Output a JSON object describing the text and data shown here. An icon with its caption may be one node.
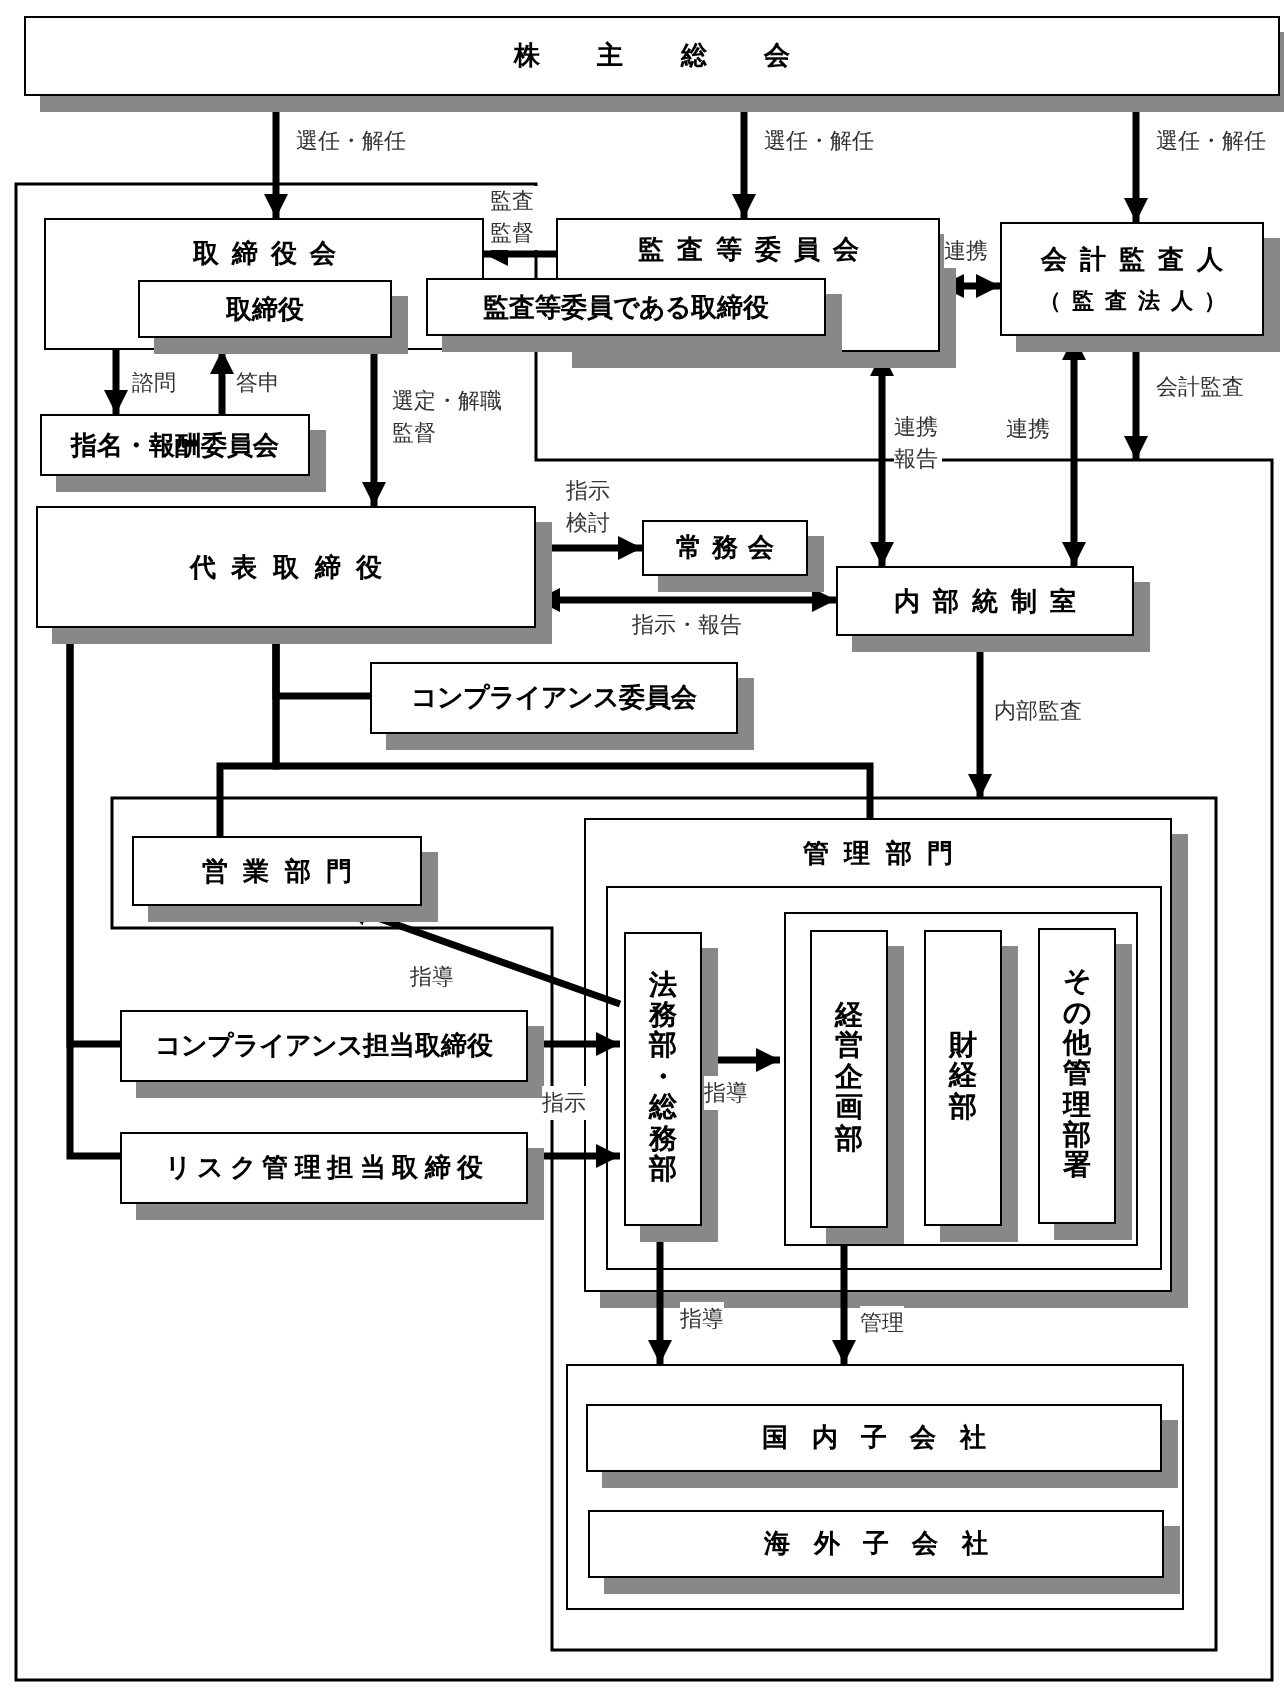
{
  "diagram": {
    "nodes": [
      {
        "text": [
          "株主総会"
        ]
      },
      {
        "text": [],
        "shape": "polygon"
      },
      {
        "text": [
          "取締役会"
        ],
        "in": 1
      },
      {
        "text": [
          "取締役"
        ],
        "in": 2
      },
      {
        "text": [
          "監査等委員会"
        ]
      },
      {
        "text": [
          "監査等委員である取締役"
        ]
      },
      {
        "text": [
          "会計監査人",
          "（監査法人）"
        ]
      },
      {
        "text": [
          "指名・報酬委員会"
        ],
        "in": 1
      },
      {
        "text": [
          "代表取締役"
        ],
        "in": 1
      },
      {
        "text": [
          "常務会"
        ],
        "in": 1
      },
      {
        "text": [
          "内部統制室"
        ],
        "in": 1
      },
      {
        "text": [
          "コンプライアンス委員会"
        ],
        "in": 1
      },
      {
        "text": [],
        "shape": "polygon",
        "in": 1
      },
      {
        "text": [
          "営業部門"
        ],
        "in": 12
      },
      {
        "text": [
          "管理部門"
        ],
        "in": 12
      },
      {
        "text": [],
        "shape": "box",
        "in": 14
      },
      {
        "text": [
          "法務部・総務部"
        ],
        "in": 15
      },
      {
        "text": [],
        "shape": "box",
        "in": 15
      },
      {
        "text": [
          "経営企画部"
        ],
        "in": 17
      },
      {
        "text": [
          "財経部"
        ],
        "in": 17
      },
      {
        "text": [
          "その他管理部署"
        ],
        "in": 17
      },
      {
        "text": [
          "コンプライアンス担当取締役"
        ],
        "in": 1
      },
      {
        "text": [
          "リスク管理担当取締役"
        ],
        "in": 1
      },
      {
        "text": [],
        "shape": "box",
        "in": 12
      },
      {
        "text": [
          "国内子会社"
        ],
        "in": 23
      },
      {
        "text": [
          "海外子会社"
        ],
        "in": 23
      }
    ],
    "edges": [
      {
        "from": 0,
        "to": 2,
        "arrow": "to",
        "label": "選任・解任"
      },
      {
        "from": 0,
        "to": 4,
        "arrow": "to",
        "label": "選任・解任"
      },
      {
        "from": 0,
        "to": 6,
        "arrow": "to",
        "label": "選任・解任"
      },
      {
        "from": 4,
        "to": 2,
        "arrow": "to",
        "label": "監査監督"
      },
      {
        "from": 4,
        "to": 6,
        "arrow": "both",
        "label": "連携"
      },
      {
        "from": 2,
        "to": 7,
        "arrow": "to",
        "label": "諮問"
      },
      {
        "from": 7,
        "to": 2,
        "arrow": "to",
        "label": "答申"
      },
      {
        "from": 2,
        "to": 8,
        "arrow": "to",
        "label": "選定・解職監督"
      },
      {
        "from": 6,
        "to": 1,
        "arrow": "to",
        "label": "会計監査"
      },
      {
        "from": 8,
        "to": 9,
        "arrow": "to",
        "label": "指示検討"
      },
      {
        "from": 8,
        "to": 10,
        "arrow": "both",
        "label": "指示・報告"
      },
      {
        "from": 10,
        "to": 4,
        "arrow": "both",
        "label": "連携報告"
      },
      {
        "from": 10,
        "to": 6,
        "arrow": "both",
        "label": "連携"
      },
      {
        "from": 8,
        "to": 11,
        "arrow": "none"
      },
      {
        "from": 8,
        "to": 13,
        "arrow": "none"
      },
      {
        "from": 8,
        "to": 14,
        "arrow": "none"
      },
      {
        "from": 8,
        "to": 21,
        "arrow": "none"
      },
      {
        "from": 8,
        "to": 22,
        "arrow": "none"
      },
      {
        "from": 16,
        "to": 13,
        "arrow": "to",
        "label": "指導"
      },
      {
        "from": 21,
        "to": 16,
        "arrow": "to",
        "label": "指示"
      },
      {
        "from": 22,
        "to": 16,
        "arrow": "to"
      },
      {
        "from": 16,
        "to": 17,
        "arrow": "to",
        "label": "指導"
      },
      {
        "from": 10,
        "to": 12,
        "arrow": "to",
        "label": "内部監査"
      },
      {
        "from": 16,
        "to": 23,
        "arrow": "to",
        "label": "指導"
      },
      {
        "from": 18,
        "to": 23,
        "arrow": "to",
        "label": "管理"
      }
    ]
  }
}
